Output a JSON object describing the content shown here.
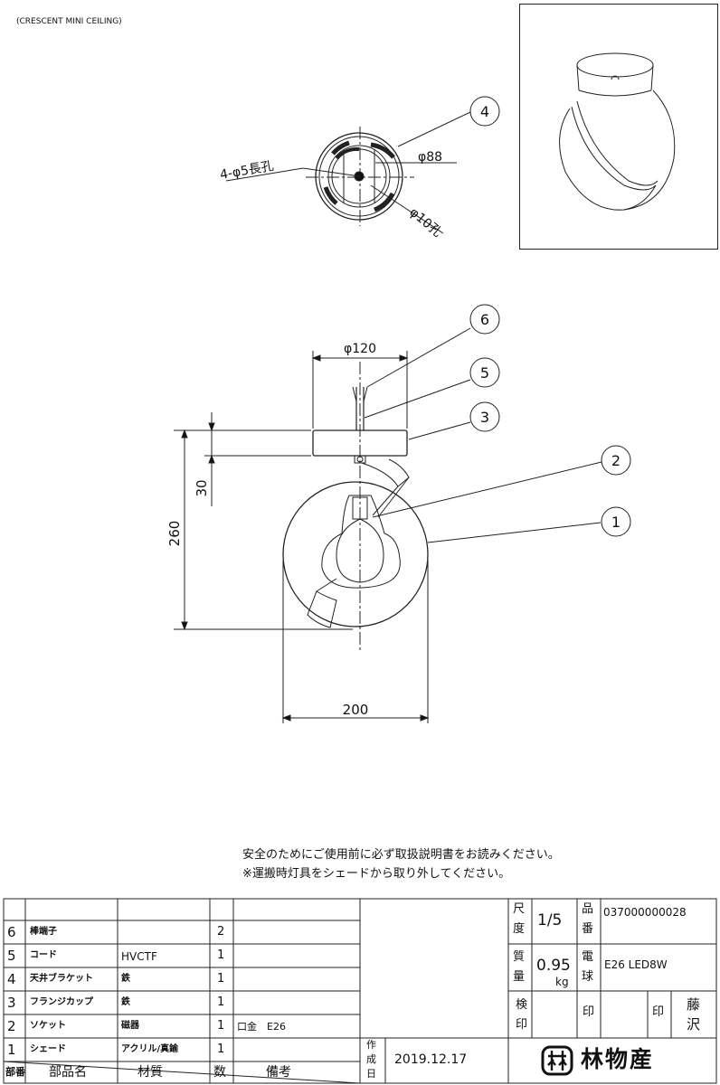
{
  "header": {
    "drawing_title": "(CRESCENT MINI CEILING)"
  },
  "callouts": [
    "1",
    "2",
    "3",
    "4",
    "5",
    "6"
  ],
  "top_view": {
    "slot_label": "4-φ5長孔",
    "diameter_label": "φ88",
    "hole_label": "φ10孔"
  },
  "front_view": {
    "top_diameter": "φ120",
    "height_total": "260",
    "height_canopy": "30",
    "width": "200"
  },
  "notes": [
    "安全のためにご使用前に必ず取扱説明書をお読みください。",
    "※運搬時灯具をシェードから取り外してください。"
  ],
  "parts": [
    {
      "no": "6",
      "name": "棒端子",
      "material": "",
      "qty": "2",
      "remarks": ""
    },
    {
      "no": "5",
      "name": "コード",
      "material": "HVCTF",
      "qty": "1",
      "remarks": ""
    },
    {
      "no": "4",
      "name": "天井ブラケット",
      "material": "鉄",
      "qty": "1",
      "remarks": ""
    },
    {
      "no": "3",
      "name": "フランジカップ",
      "material": "鉄",
      "qty": "1",
      "remarks": ""
    },
    {
      "no": "2",
      "name": "ソケット",
      "material": "磁器",
      "qty": "1",
      "remarks": "口金　E26"
    },
    {
      "no": "1",
      "name": "シェード",
      "material": "アクリル/真鍮",
      "qty": "1",
      "remarks": ""
    }
  ],
  "table_header": {
    "no": "部番",
    "name": "部品名",
    "material": "材質",
    "qty": "数",
    "remarks": "備考"
  },
  "title_block": {
    "scale_label_1": "尺",
    "scale_label_2": "度",
    "scale_value": "1/5",
    "part_no_label_1": "品",
    "part_no_label_2": "番",
    "part_no_value": "037000000028",
    "weight_label_1": "質",
    "weight_label_2": "量",
    "weight_value": "0.95",
    "weight_unit": "kg",
    "bulb_label_1": "電",
    "bulb_label_2": "球",
    "bulb_value": "E26 LED8W",
    "inspect_label_1": "検",
    "inspect_label_2": "印",
    "stamp_label_1": "印",
    "stamp_label_2": "印",
    "checker_1": "藤",
    "checker_2": "沢",
    "made_label_1": "作",
    "made_label_2": "成",
    "made_label_3": "日",
    "date": "2019.12.17",
    "company": "林物産"
  }
}
